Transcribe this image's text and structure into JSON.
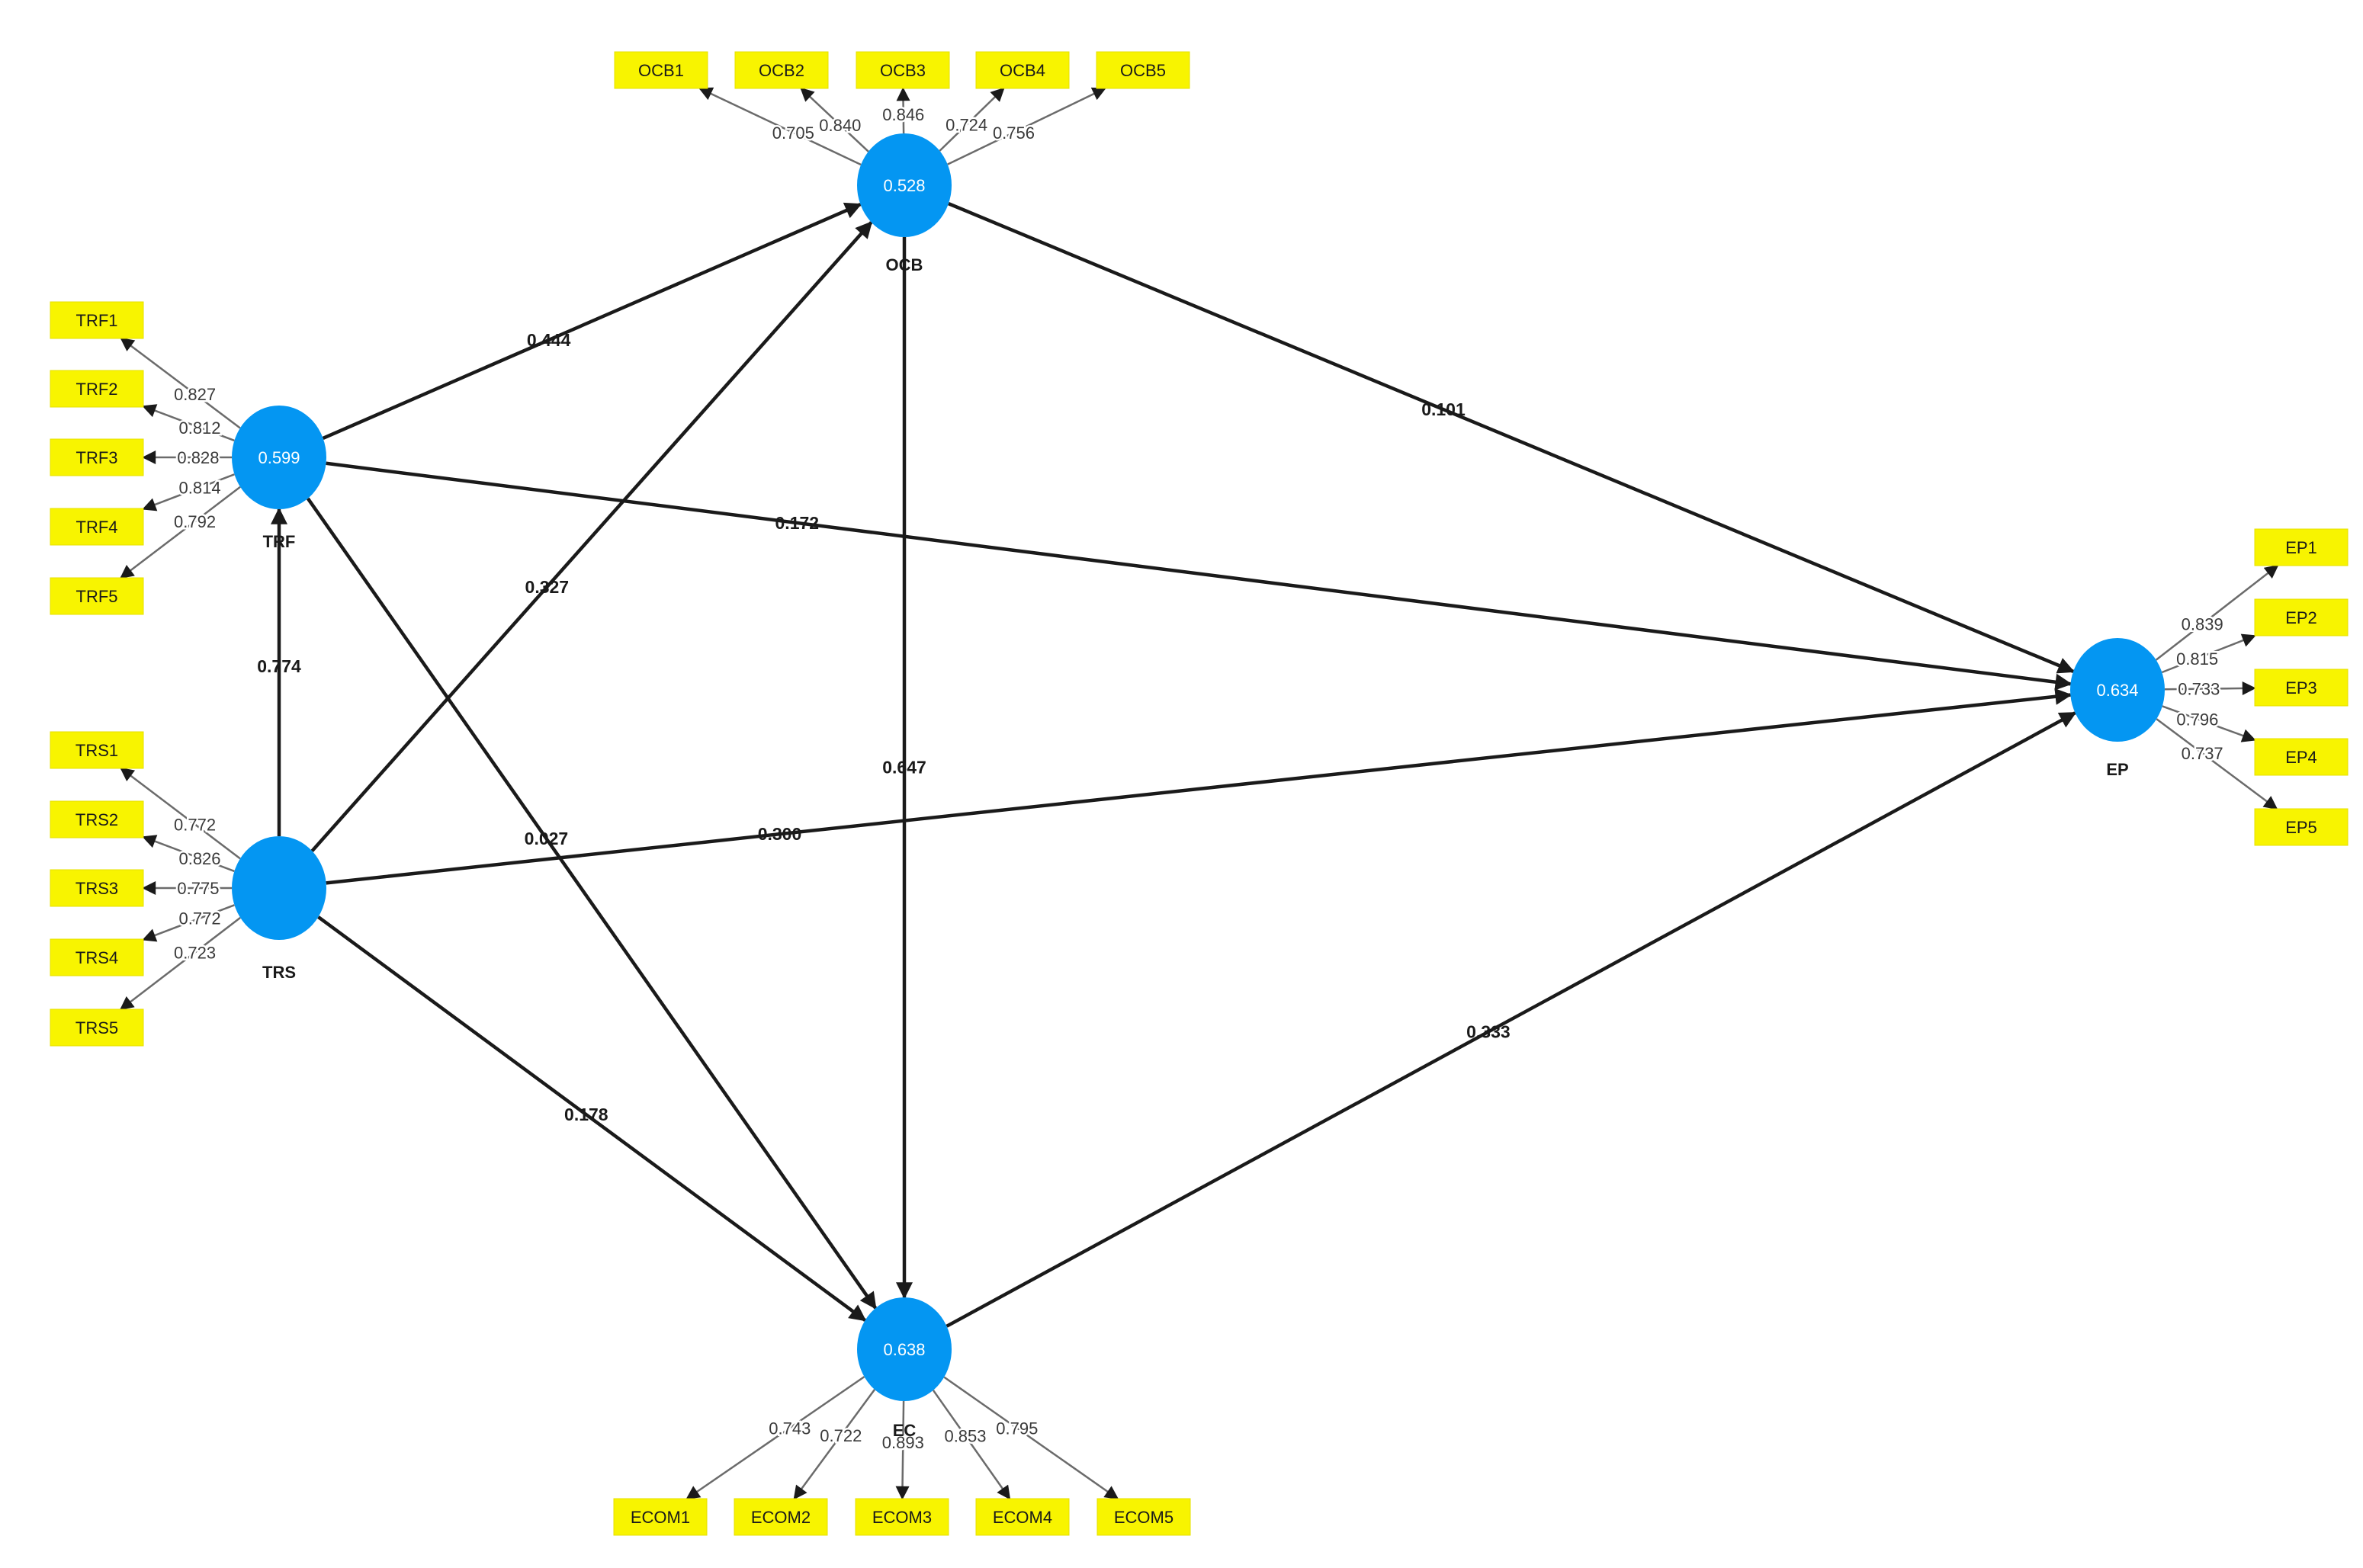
{
  "constructs": [
    {
      "id": "OCB",
      "label": "OCB",
      "value": "0.528"
    },
    {
      "id": "TRF",
      "label": "TRF",
      "value": "0.599"
    },
    {
      "id": "TRS",
      "label": "TRS",
      "value": ""
    },
    {
      "id": "EC",
      "label": "EC",
      "value": "0.638"
    },
    {
      "id": "EP",
      "label": "EP",
      "value": "0.634"
    }
  ],
  "indicators": [
    {
      "id": "OCB1",
      "label": "OCB1",
      "construct": "OCB",
      "loading": "0.705"
    },
    {
      "id": "OCB2",
      "label": "OCB2",
      "construct": "OCB",
      "loading": "0.840"
    },
    {
      "id": "OCB3",
      "label": "OCB3",
      "construct": "OCB",
      "loading": "0.846"
    },
    {
      "id": "OCB4",
      "label": "OCB4",
      "construct": "OCB",
      "loading": "0.724"
    },
    {
      "id": "OCB5",
      "label": "OCB5",
      "construct": "OCB",
      "loading": "0.756"
    },
    {
      "id": "TRF1",
      "label": "TRF1",
      "construct": "TRF",
      "loading": "0.827"
    },
    {
      "id": "TRF2",
      "label": "TRF2",
      "construct": "TRF",
      "loading": "0.812"
    },
    {
      "id": "TRF3",
      "label": "TRF3",
      "construct": "TRF",
      "loading": "0.828"
    },
    {
      "id": "TRF4",
      "label": "TRF4",
      "construct": "TRF",
      "loading": "0.814"
    },
    {
      "id": "TRF5",
      "label": "TRF5",
      "construct": "TRF",
      "loading": "0.792"
    },
    {
      "id": "TRS1",
      "label": "TRS1",
      "construct": "TRS",
      "loading": "0.772"
    },
    {
      "id": "TRS2",
      "label": "TRS2",
      "construct": "TRS",
      "loading": "0.826"
    },
    {
      "id": "TRS3",
      "label": "TRS3",
      "construct": "TRS",
      "loading": "0.775"
    },
    {
      "id": "TRS4",
      "label": "TRS4",
      "construct": "TRS",
      "loading": "0.772"
    },
    {
      "id": "TRS5",
      "label": "TRS5",
      "construct": "TRS",
      "loading": "0.723"
    },
    {
      "id": "EP1",
      "label": "EP1",
      "construct": "EP",
      "loading": "0.839"
    },
    {
      "id": "EP2",
      "label": "EP2",
      "construct": "EP",
      "loading": "0.815"
    },
    {
      "id": "EP3",
      "label": "EP3",
      "construct": "EP",
      "loading": "0.733"
    },
    {
      "id": "EP4",
      "label": "EP4",
      "construct": "EP",
      "loading": "0.796"
    },
    {
      "id": "EP5",
      "label": "EP5",
      "construct": "EP",
      "loading": "0.737"
    },
    {
      "id": "ECOM1",
      "label": "ECOM1",
      "construct": "EC",
      "loading": "0.743"
    },
    {
      "id": "ECOM2",
      "label": "ECOM2",
      "construct": "EC",
      "loading": "0.722"
    },
    {
      "id": "ECOM3",
      "label": "ECOM3",
      "construct": "EC",
      "loading": "0.893"
    },
    {
      "id": "ECOM4",
      "label": "ECOM4",
      "construct": "EC",
      "loading": "0.853"
    },
    {
      "id": "ECOM5",
      "label": "ECOM5",
      "construct": "EC",
      "loading": "0.795"
    }
  ],
  "paths": [
    {
      "from": "TRF",
      "to": "OCB",
      "coefficient": "0.444"
    },
    {
      "from": "TRS",
      "to": "OCB",
      "coefficient": "0.327"
    },
    {
      "from": "OCB",
      "to": "EP",
      "coefficient": "0.101"
    },
    {
      "from": "TRF",
      "to": "EP",
      "coefficient": "0.172"
    },
    {
      "from": "TRS",
      "to": "TRF",
      "coefficient": "0.774"
    },
    {
      "from": "OCB",
      "to": "EC",
      "coefficient": "0.647"
    },
    {
      "from": "TRS",
      "to": "EP",
      "coefficient": "0.300"
    },
    {
      "from": "TRF",
      "to": "EC",
      "coefficient": "0.027"
    },
    {
      "from": "TRS",
      "to": "EC",
      "coefficient": "0.178"
    },
    {
      "from": "EC",
      "to": "EP",
      "coefficient": "0.333"
    }
  ],
  "colors": {
    "construct_fill": "#0496f2",
    "indicator_fill": "#f8f400",
    "arrow": "#1a1a1a"
  }
}
